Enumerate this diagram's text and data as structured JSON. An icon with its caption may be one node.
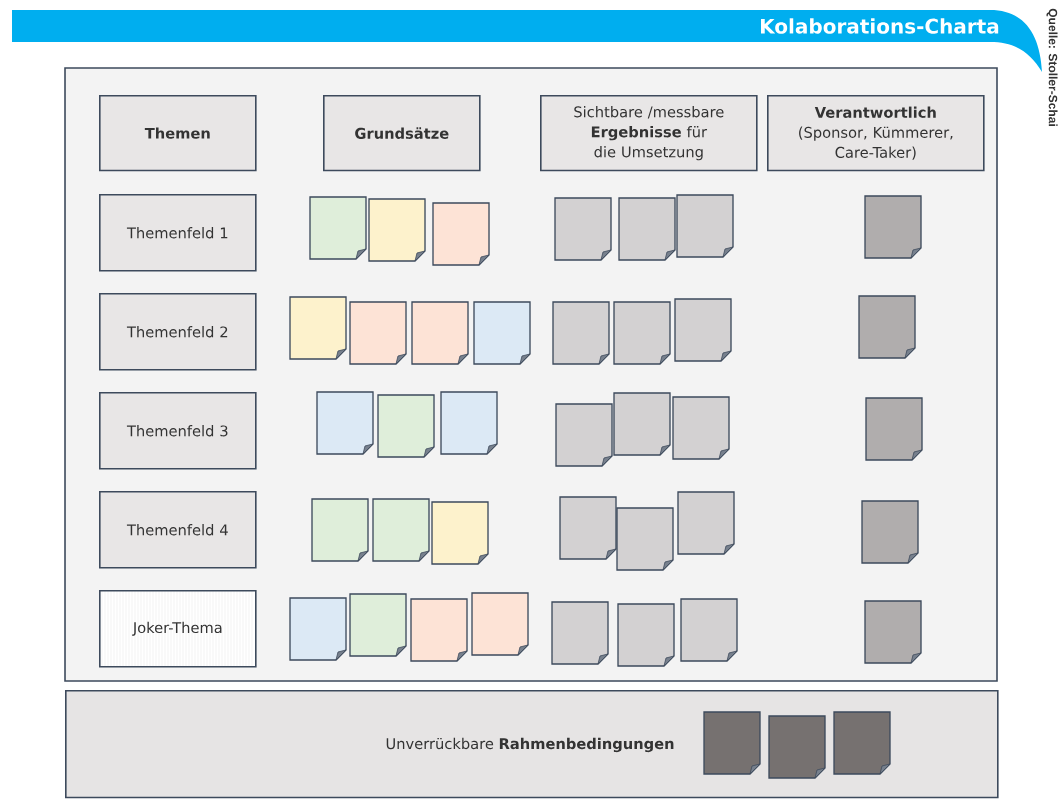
{
  "diagram": {
    "title": "Kolaborations-Charta",
    "nodes": [
      {
        "text": [
          "Themen"
        ]
      },
      {
        "text": [
          "Grundsätze"
        ]
      },
      {
        "text": [
          "Sichtbare /messbare **Ergebnisse** für die Umsetzung"
        ]
      },
      {
        "text": [
          "Verantwortlich",
          "(Sponsor, Kümmerer, Care-Taker)"
        ]
      },
      {
        "text": [
          "Themenfeld 1"
        ]
      },
      {
        "text": [
          "Themenfeld 2"
        ]
      },
      {
        "text": [
          "Themenfeld 3"
        ]
      },
      {
        "text": [
          "Themenfeld 4"
        ]
      },
      {
        "text": [
          "Joker-Thema"
        ]
      },
      {
        "text": [
          "Unverrückbare **Rahmenbedingungen**"
        ]
      }
    ],
    "labels": [
      "Quelle: Stoller-Schai"
    ]
  }
}
